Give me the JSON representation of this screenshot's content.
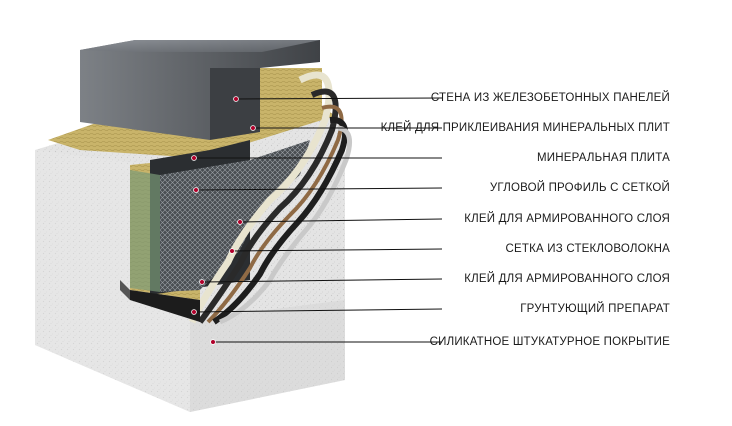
{
  "diagram": {
    "layers": [
      {
        "id": "wall",
        "label": "СТЕНА ИЗ ЖЕЛЕЗОБЕТОННЫХ ПАНЕЛЕЙ"
      },
      {
        "id": "adhesive-mineral",
        "label": "КЛЕЙ ДЛЯ ПРИКЛЕИВАНИЯ МИНЕРАЛЬНЫХ ПЛИТ"
      },
      {
        "id": "mineral-board",
        "label": "МИНЕРАЛЬНАЯ ПЛИТА"
      },
      {
        "id": "corner-profile",
        "label": "УГЛОВОЙ ПРОФИЛЬ С СЕТКОЙ"
      },
      {
        "id": "adhesive-reinforce-1",
        "label": "КЛЕЙ ДЛЯ АРМИРОВАННОГО СЛОЯ"
      },
      {
        "id": "fiberglass-mesh",
        "label": "СЕТКА ИЗ СТЕКЛОВОЛОКНА"
      },
      {
        "id": "adhesive-reinforce-2",
        "label": "КЛЕЙ ДЛЯ АРМИРОВАННОГО СЛОЯ"
      },
      {
        "id": "primer",
        "label": "ГРУНТУЮЩИЙ ПРЕПАРАТ"
      },
      {
        "id": "plaster",
        "label": "СИЛИКАТНОЕ ШТУКАТУРНОЕ ПОКРЫТИЕ"
      }
    ],
    "colors": {
      "concrete": "#6f7378",
      "mineral_wool": "#c9b46a",
      "mesh": "#3a3d40",
      "plaster": "#e2e2e2",
      "marker": "#b0002a",
      "leader": "#111111"
    }
  }
}
